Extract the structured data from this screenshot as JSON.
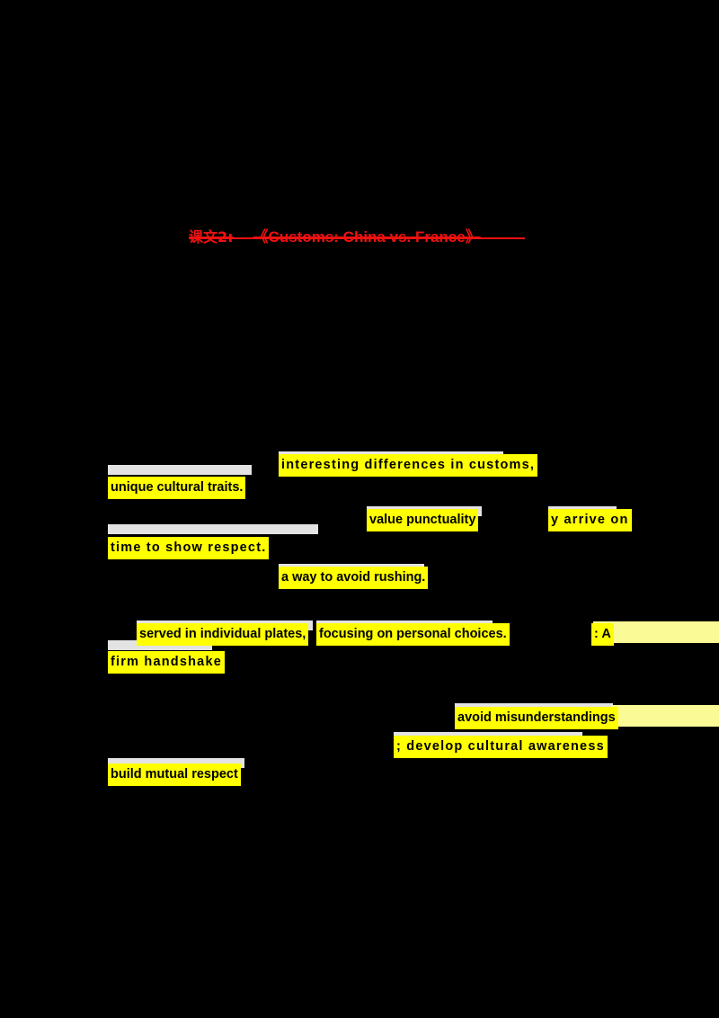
{
  "document": {
    "background_color": "#000000",
    "highlight_color": "#ffff00",
    "highlight_pale_color": "#fafa96",
    "title_color": "#ee1111",
    "band_color": "#e3e3e3"
  },
  "title": {
    "lesson_label": "课文2:",
    "main": "《Customs: China vs. France》",
    "struck_through": true
  },
  "fragments": [
    {
      "id": "f1",
      "text": "interesting  differences  in  customs,",
      "highlight": "yellow"
    },
    {
      "id": "f2",
      "text": "unique cultural traits.",
      "highlight": "yellow"
    },
    {
      "id": "f3",
      "text": "value punctuality",
      "highlight": "yellow"
    },
    {
      "id": "f4",
      "text": "y  arrive on",
      "highlight": "yellow"
    },
    {
      "id": "f5",
      "text": "time to show  respect.",
      "highlight": "yellow"
    },
    {
      "id": "f6",
      "text": "a way to avoid rushing.",
      "highlight": "yellow"
    },
    {
      "id": "f7",
      "text": "served in individual plates,",
      "highlight": "yellow"
    },
    {
      "id": "f8",
      "text": "focusing on personal choices.",
      "highlight": "yellow"
    },
    {
      "id": "f9",
      "text": ": A",
      "highlight": "yellow"
    },
    {
      "id": "f10",
      "text": "",
      "highlight": "pale"
    },
    {
      "id": "f11",
      "text": "firm  handshake",
      "highlight": "yellow"
    },
    {
      "id": "f12",
      "text": "avoid misunderstandings",
      "highlight": "yellow"
    },
    {
      "id": "f13",
      "text": "",
      "highlight": "pale"
    },
    {
      "id": "f14",
      "text": ";  develop  cultural  awareness",
      "highlight": "yellow"
    },
    {
      "id": "f15",
      "text": "build mutual respect",
      "highlight": "yellow"
    }
  ],
  "bands": [
    {
      "id": "b1",
      "note": "light-gray leading band above unique-cultural-traits"
    },
    {
      "id": "b2",
      "note": "light-gray leading band above time-to-show-respect"
    },
    {
      "id": "b3",
      "note": "light-gray leading band above firm-handshake"
    },
    {
      "id": "b4",
      "note": "light-gray leading band above build-mutual-respect"
    }
  ]
}
